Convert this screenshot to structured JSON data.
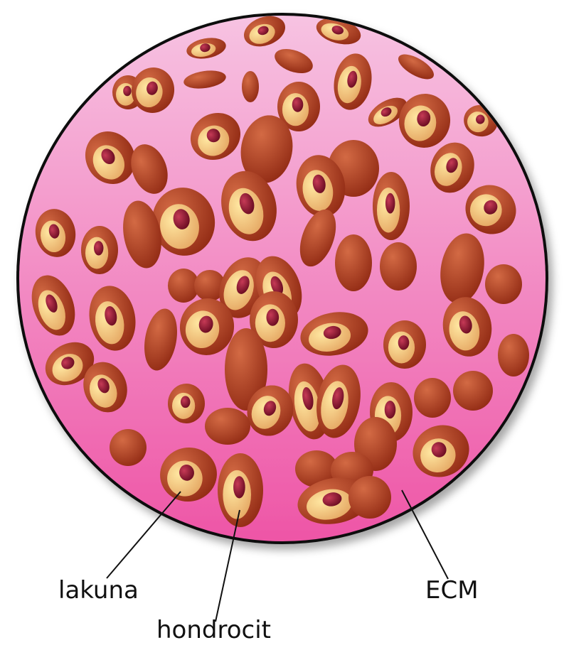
{
  "labels": {
    "lacuna": "lakuna",
    "chondrocyte": "hondrocit",
    "ecm": "ECM"
  },
  "colors": {
    "matrix_top": "#f7c3e2",
    "matrix_bottom": "#ee55a6",
    "cell_outer_light": "#d36a44",
    "cell_outer_dark": "#8f2812",
    "cytoplasm_light": "#ffe7a1",
    "cytoplasm_dark": "#e3a25e",
    "nucleus_light": "#c63a56",
    "nucleus_dark": "#6b0c22",
    "outline": "#111111",
    "label_text": "#111111"
  }
}
